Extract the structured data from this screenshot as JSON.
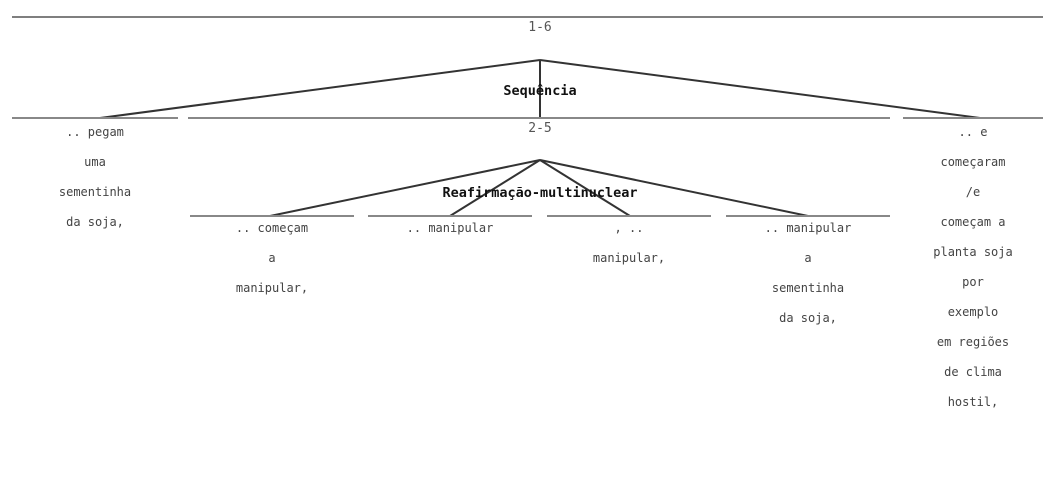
{
  "tree": {
    "root": {
      "span": "1-6",
      "relation": "Sequência"
    },
    "inner": {
      "span": "2-5",
      "relation": "Reafirmação-multinuclear"
    },
    "edus": {
      "e1": [
        ".. pegam",
        "uma",
        "sementinha",
        "da soja,"
      ],
      "e2": [
        ".. começam",
        "a",
        "manipular,"
      ],
      "e3": [
        ".. manipular"
      ],
      "e4": [
        ", ..",
        "manipular,"
      ],
      "e5": [
        ".. manipular",
        "a",
        "sementinha",
        "da soja,"
      ],
      "e6": [
        ".. e",
        "começaram",
        "/e",
        "começam a",
        "planta soja",
        "por",
        "exemplo",
        "em regiões",
        "de clima",
        "hostil,"
      ]
    }
  }
}
